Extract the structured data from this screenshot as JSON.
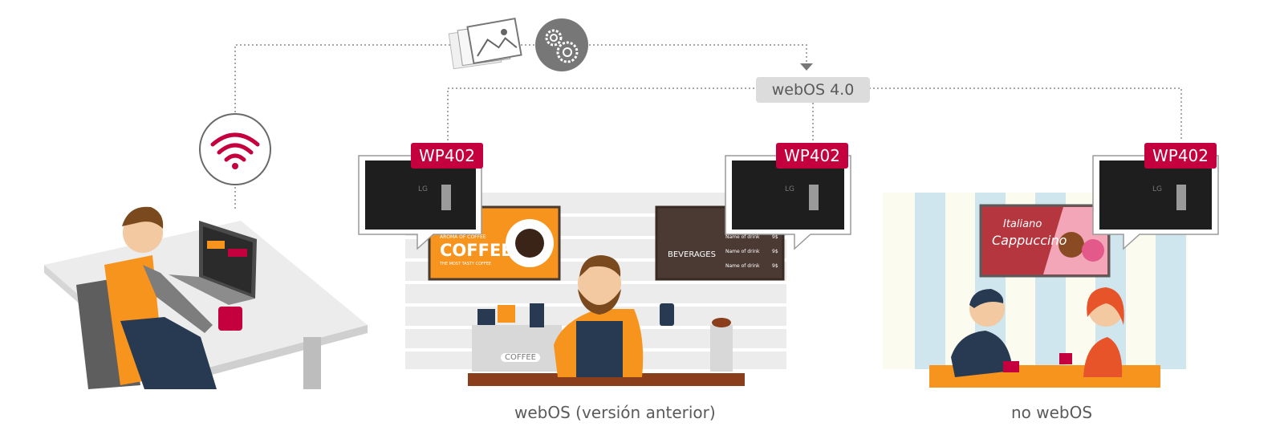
{
  "hub": {
    "label": "webOS 4.0"
  },
  "nodes": [
    {
      "model": "WP402",
      "caption": ""
    },
    {
      "model": "WP402",
      "caption": "webOS (versión anterior)"
    },
    {
      "model": "WP402",
      "caption": "no webOS"
    }
  ],
  "signage": {
    "coffee_title": "COFFEE",
    "coffee_sub": "AROMA OF COFFEE",
    "coffee_tag": "THE MOST TASTY COFFEE",
    "beverages_title": "BEVERAGES",
    "machine_label": "COFFEE",
    "menu_item": "Name of drink",
    "menu_price": "9$",
    "cappuccino_line1": "Italiano",
    "cappuccino_line2": "Cappuccino",
    "monitor_brand": "LG"
  },
  "icons": [
    "wifi-icon",
    "images-icon",
    "gear-icon",
    "laptop-icon"
  ],
  "colors": {
    "accent": "#c5003e",
    "orange": "#f7941d",
    "gray": "#777777",
    "navy": "#283a52"
  }
}
